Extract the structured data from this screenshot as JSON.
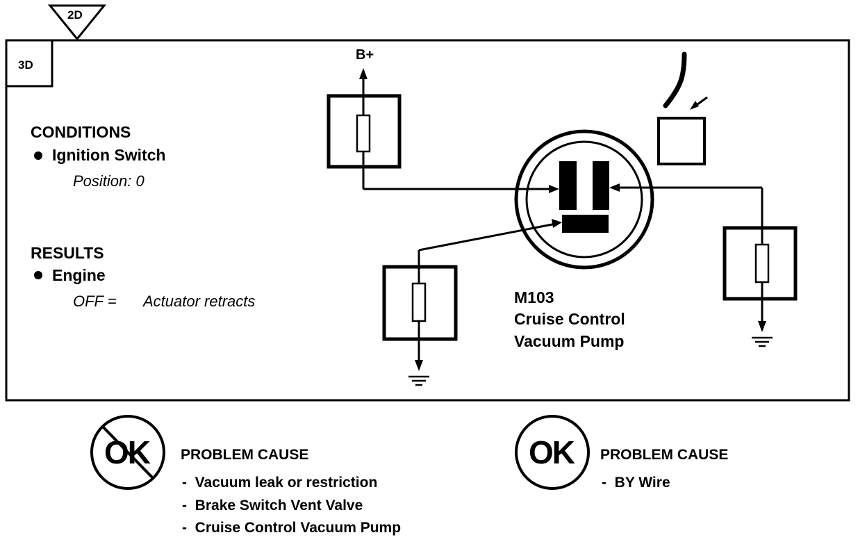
{
  "step_tags": {
    "previous": "2D",
    "current": "3D"
  },
  "conditions": {
    "heading": "CONDITIONS",
    "item": "Ignition Switch",
    "detail": "Position: 0"
  },
  "results": {
    "heading": "RESULTS",
    "item": "Engine",
    "detail_key": "OFF =",
    "detail_value": "Actuator retracts"
  },
  "component": {
    "code": "M103",
    "line1": "Cruise Control",
    "line2": "Vacuum Pump"
  },
  "supply_label": "B+",
  "not_ok_block": {
    "symbol": "OK",
    "heading": "PROBLEM CAUSE",
    "causes": [
      "Vacuum leak or restriction",
      "Brake Switch Vent Valve",
      "Cruise Control Vacuum Pump"
    ]
  },
  "ok_block": {
    "symbol": "OK",
    "heading": "PROBLEM CAUSE",
    "causes": [
      "BY Wire"
    ]
  }
}
